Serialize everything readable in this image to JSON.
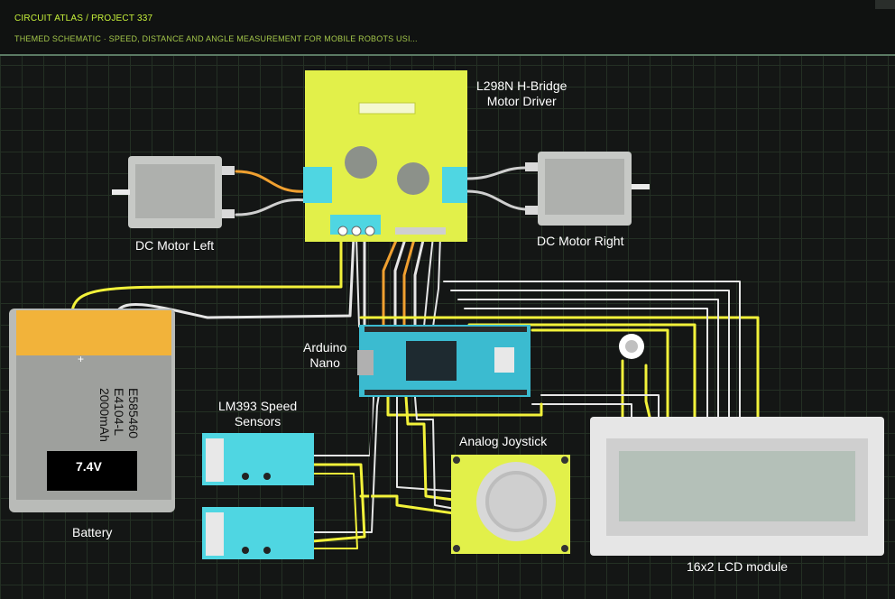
{
  "header": {
    "breadcrumb": "CIRCUIT ATLAS / PROJECT 337",
    "subtitle": "THEMED SCHEMATIC · SPEED, DISTANCE AND ANGLE MEASUREMENT FOR MOBILE ROBOTS USI..."
  },
  "labels": {
    "l298n_line1": "L298N H-Bridge",
    "l298n_line2": "Motor Driver",
    "motor_left": "DC Motor Left",
    "motor_right": "DC Motor Right",
    "arduino_line1": "Arduino",
    "arduino_line2": "Nano",
    "lm393_line1": "LM393 Speed",
    "lm393_line2": "Sensors",
    "joystick": "Analog Joystick",
    "battery": "Battery",
    "lcd": "16x2 LCD module"
  },
  "battery": {
    "voltage": "7.4V",
    "label_line1": "E585460",
    "label_line2": "E4104-L",
    "label_line3": "2000mAh"
  },
  "colors": {
    "board_yellow": "#e2f04a",
    "module_cyan": "#4fd6e2",
    "wire_yellow": "#f2f23a",
    "wire_white": "#e6e6e6",
    "wire_orange": "#f0a030",
    "wire_black": "#111111",
    "battery_orange": "#f2b33a"
  }
}
